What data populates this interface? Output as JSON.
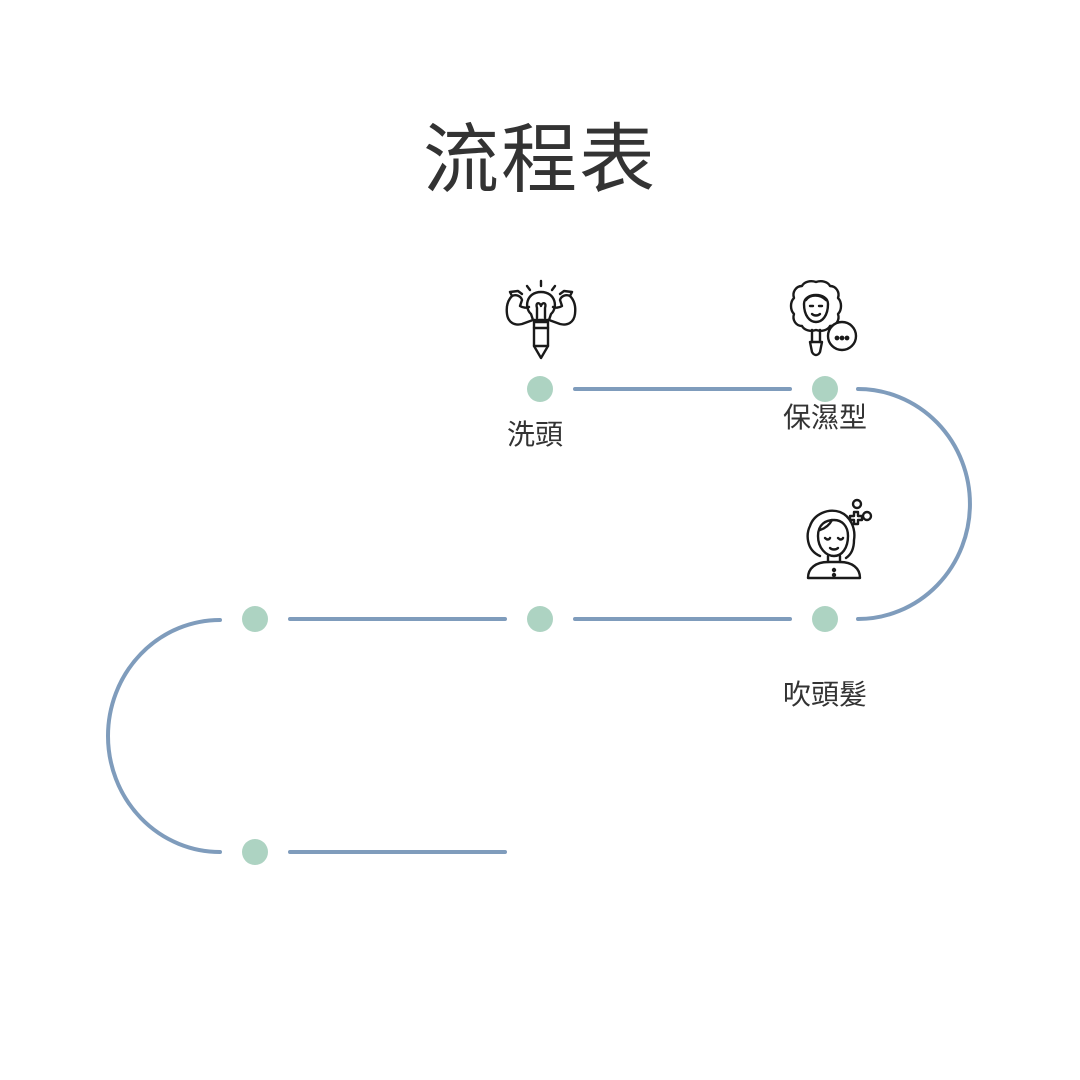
{
  "title": "流程表",
  "colors": {
    "path": "#7f9cbc",
    "node": "#add3c2",
    "text": "#333333",
    "icon": "#1a1a1a"
  },
  "steps": [
    {
      "label": "洗頭",
      "icon": "lightbulb-pencil-icon"
    },
    {
      "label": "保濕型",
      "icon": "mirror-face-icon"
    },
    {
      "label": "吹頭髮",
      "icon": "woman-face-icon"
    }
  ]
}
